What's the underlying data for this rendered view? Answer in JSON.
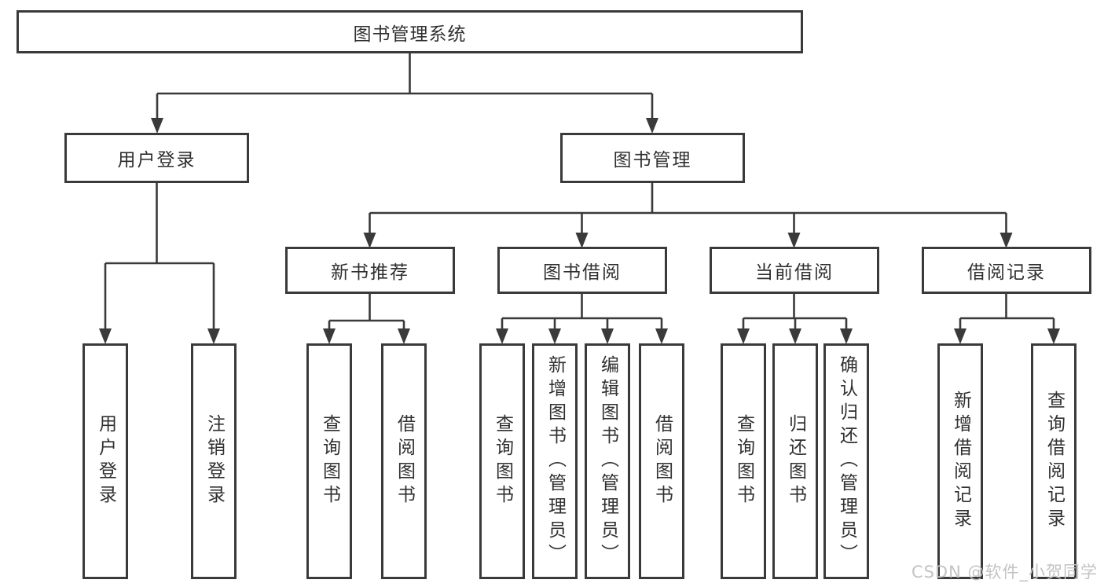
{
  "diagram": {
    "root": {
      "label": "图书管理系统"
    },
    "branches": [
      {
        "label": "用户登录",
        "leaves": [
          "用户登录",
          "注销登录"
        ]
      },
      {
        "label": "图书管理",
        "groups": [
          {
            "label": "新书推荐",
            "leaves": [
              "查询图书",
              "借阅图书"
            ]
          },
          {
            "label": "图书借阅",
            "leaves": [
              "查询图书",
              "新增图书（管理员）",
              "编辑图书（管理员）",
              "借阅图书"
            ]
          },
          {
            "label": "当前借阅",
            "leaves": [
              "查询图书",
              "归还图书",
              "确认归还（管理员）"
            ]
          },
          {
            "label": "借阅记录",
            "leaves": [
              "新增借阅记录",
              "查询借阅记录"
            ]
          }
        ]
      }
    ]
  },
  "watermark": {
    "text": "CSDN @软件_小贺同学"
  },
  "colors": {
    "line": "#3a3a3a",
    "text": "#303030",
    "watermark": "#c3c3c3",
    "background": "#ffffff"
  }
}
